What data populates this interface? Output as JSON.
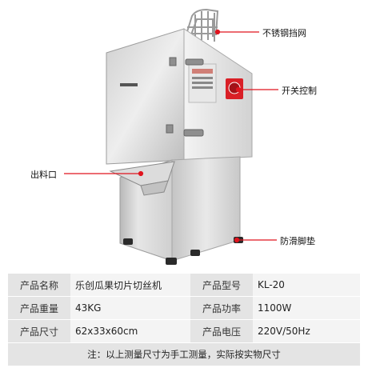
{
  "callouts": {
    "guard_net": "不锈钢挡网",
    "switch": "开关控制",
    "outlet": "出料口",
    "feet": "防滑脚垫"
  },
  "specs": {
    "rows": [
      {
        "label1": "产品名称",
        "value1": "乐创瓜果切片切丝机",
        "label2": "产品型号",
        "value2": "KL-20"
      },
      {
        "label1": "产品重量",
        "value1": "43KG",
        "label2": "产品功率",
        "value2": "1100W"
      },
      {
        "label1": "产品尺寸",
        "value1": "62x33x60cm",
        "label2": "产品电压",
        "value2": "220V/50Hz"
      }
    ],
    "note": "注：以上测量尺寸为手工测量，实际按实物尺寸"
  },
  "colors": {
    "callout_line": "#e0141e",
    "steel": "#c9c9c9",
    "switch_red": "#d91f26",
    "label_bg": "#e4e4e4",
    "value_bg": "#f4f4f4"
  }
}
